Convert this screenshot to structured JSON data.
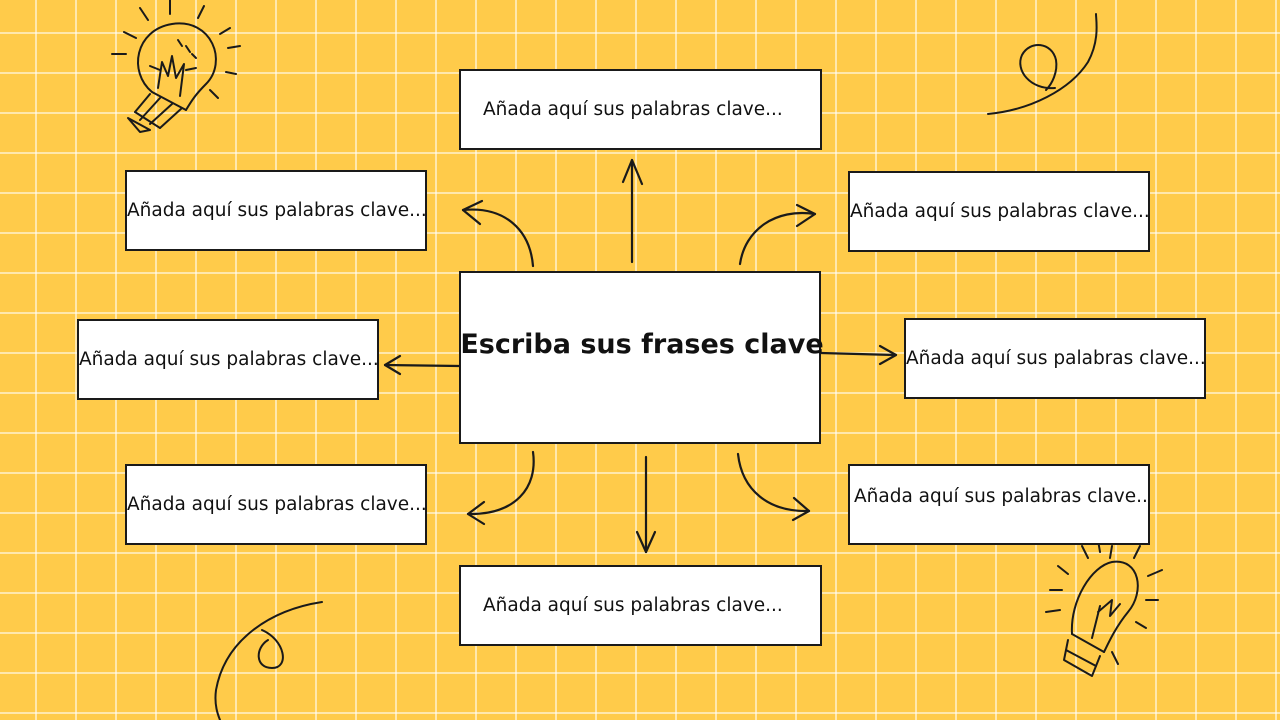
{
  "central_node": {
    "text": "Escriba sus frases clave"
  },
  "keyword_boxes": [
    {
      "text": "Añada aquí sus palabras clave..."
    },
    {
      "text": "Añada aquí sus palabras clave..."
    },
    {
      "text": "Añada aquí sus palabras clave..."
    },
    {
      "text": "Añada aquí sus palabras clave..."
    },
    {
      "text": "Añada aquí sus palabras clave..."
    },
    {
      "text": "Añada aquí sus palabras clave..."
    },
    {
      "text": "Añada aquí sus palabras clave..."
    },
    {
      "text": "Añada aquí sus palabras clave..."
    }
  ],
  "colors": {
    "background": "#ffcb4a",
    "grid": "#ffffff",
    "ink": "#1a1a1a",
    "box_fill": "#ffffff"
  },
  "decorations": [
    "lightbulb-icon",
    "swirl-doodle",
    "swirl-doodle",
    "lightbulb-icon"
  ]
}
